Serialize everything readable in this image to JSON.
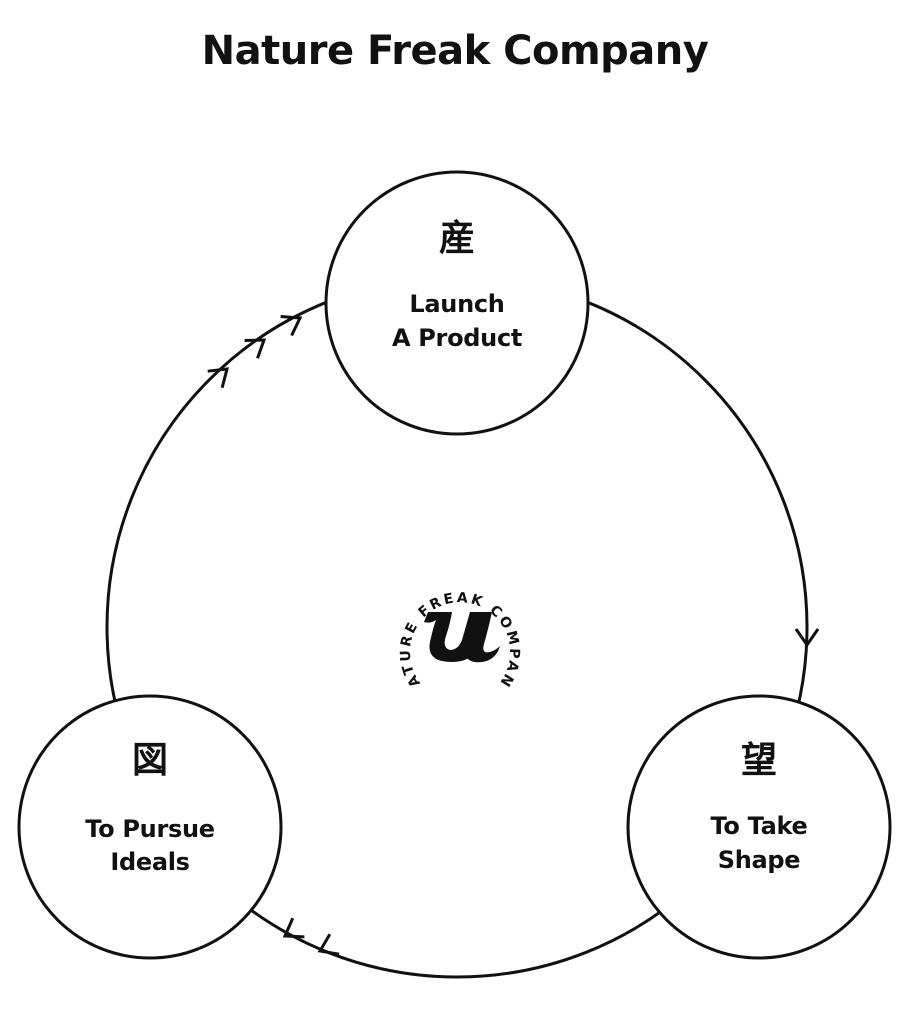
{
  "title": "Nature Freak Company",
  "colors": {
    "line": "#111111",
    "fill": "#ffffff"
  },
  "logo": {
    "ring_text": "NATURE FREAK COMPANY",
    "icon": "u-monogram-icon"
  },
  "nodes": [
    {
      "kanji": "産",
      "line1": "Launch",
      "line2": "A Product"
    },
    {
      "kanji": "望",
      "line1": "To Take",
      "line2": "Shape"
    },
    {
      "kanji": "図",
      "line1": "To Pursue",
      "line2": "Ideals"
    }
  ],
  "flow": {
    "direction": "clockwise",
    "arrow_icon": "chevron-arrow-icon"
  }
}
